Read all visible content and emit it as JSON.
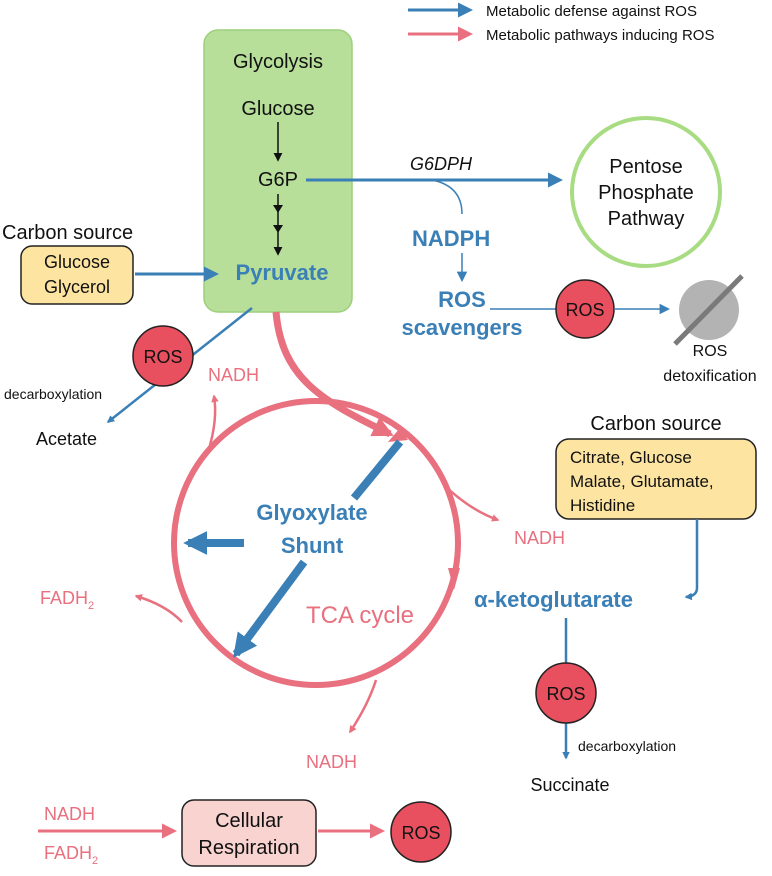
{
  "legend": {
    "defense": "Metabolic defense against ROS",
    "inducing": "Metabolic pathways inducing ROS"
  },
  "glycolysis": {
    "title": "Glycolysis",
    "glucose": "Glucose",
    "g6p": "G6P",
    "pyruvate": "Pyruvate"
  },
  "carbon_source_left": {
    "title": "Carbon source",
    "line1": "Glucose",
    "line2": "Glycerol"
  },
  "ppp": {
    "enzyme": "G6DPH",
    "line1": "Pentose",
    "line2": "Phosphate",
    "line3": "Pathway"
  },
  "nadph": "NADPH",
  "ros_scavengers": {
    "line1": "ROS",
    "line2": "scavengers"
  },
  "ros": "ROS",
  "ros_detox": {
    "line1": "ROS",
    "line2": "detoxification"
  },
  "pyruvate_branch": {
    "decarboxylation": "decarboxylation",
    "acetate": "Acetate"
  },
  "tca": {
    "nadh": "NADH",
    "fadh_main": "FADH",
    "fadh_sub": "2",
    "glyoxylate_line1": "Glyoxylate",
    "glyoxylate_line2": "Shunt",
    "cycle_label": "TCA cycle"
  },
  "carbon_source_right": {
    "title": "Carbon source",
    "line1": "Citrate, Glucose",
    "line2": "Malate, Glutamate,",
    "line3": "Histidine"
  },
  "akg": "α-ketoglutarate",
  "akg_branch": {
    "decarboxylation": "decarboxylation",
    "succinate": "Succinate"
  },
  "respiration": {
    "nadh": "NADH",
    "fadh_main": "FADH",
    "fadh_sub": "2",
    "line1": "Cellular",
    "line2": "Respiration"
  },
  "colors": {
    "defense_blue": "#3a7fb6",
    "inducing_pink": "#e8707f",
    "ros_red": "#e8505f",
    "glycolysis_green": "#b8df9a",
    "carbon_yellow": "#fde4a0",
    "respiration_pink": "#f9d3d0",
    "ppp_ring": "#a8dc82"
  }
}
